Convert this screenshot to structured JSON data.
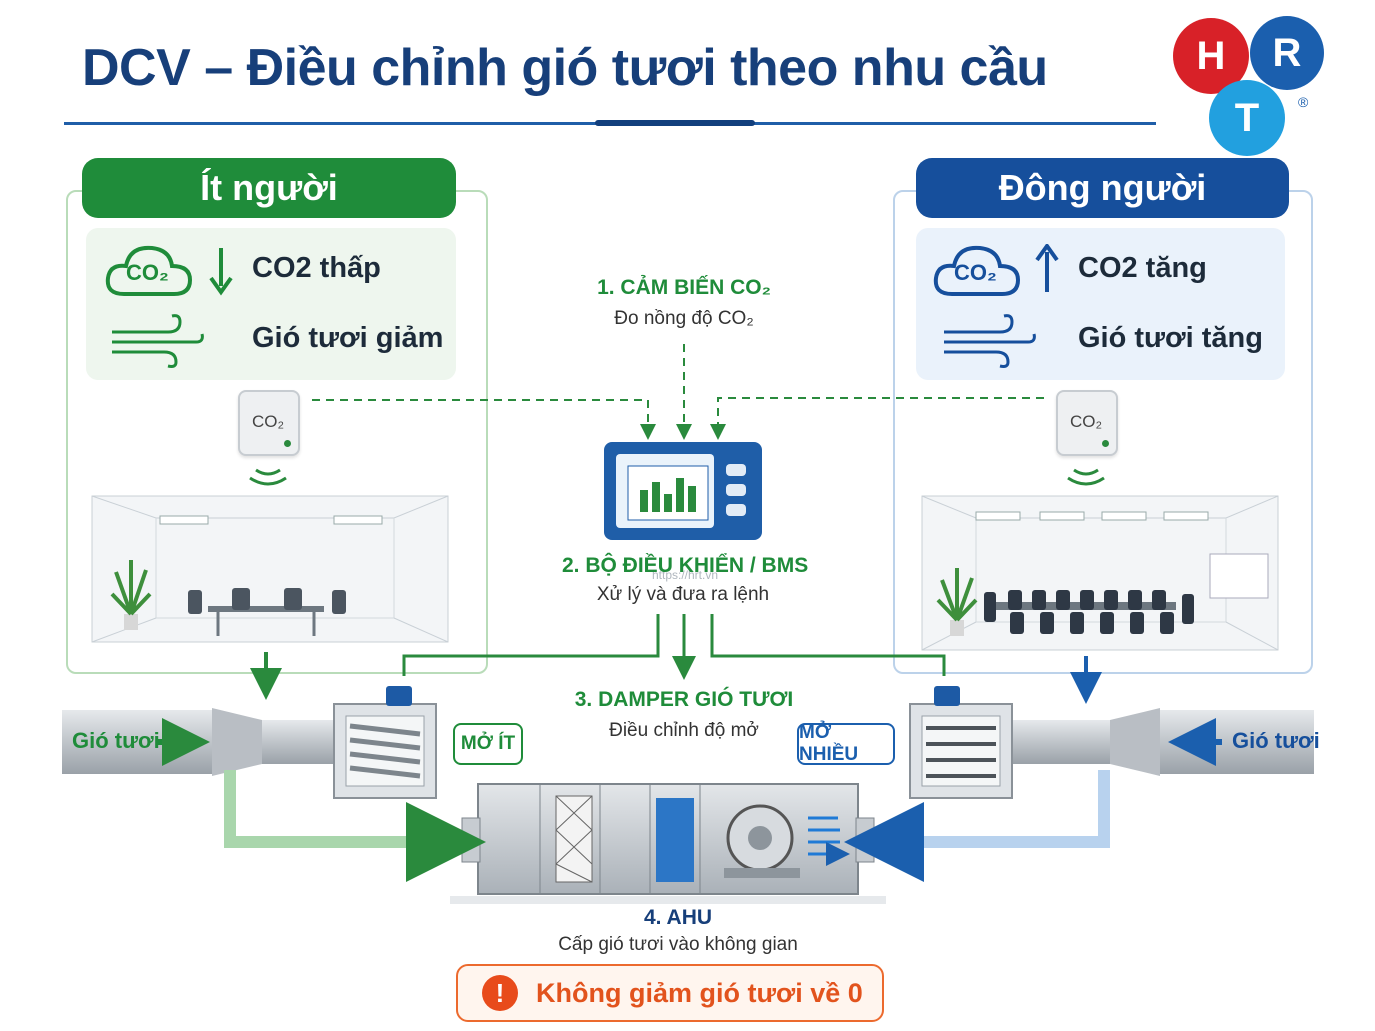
{
  "title": "DCV – Điều chỉnh gió tươi theo nhu cầu",
  "logo": {
    "letters": [
      "H",
      "R",
      "T"
    ],
    "registered": "®"
  },
  "left_panel": {
    "header": "Ít người",
    "co2_text": "CO2 thấp",
    "air_text": "Gió tươi giảm",
    "co2_icon_text": "CO₂",
    "sensor_label": "CO₂",
    "damper_badge": "MỞ ÍT",
    "fresh_air_label": "Gió tươi"
  },
  "right_panel": {
    "header": "Đông người",
    "co2_text": "CO2 tăng",
    "air_text": "Gió tươi tăng",
    "co2_icon_text": "CO₂",
    "sensor_label": "CO₂",
    "damper_badge": "MỞ NHIỀU",
    "fresh_air_label": "Gió tươi"
  },
  "steps": {
    "sensor": {
      "title": "1. CẢM BIẾN CO₂",
      "subtitle": "Đo nồng độ CO₂"
    },
    "controller": {
      "title": "2. BỘ ĐIỀU KHIỂN / BMS",
      "subtitle": "Xử lý và đưa ra lệnh"
    },
    "damper": {
      "title": "3. DAMPER GIÓ TƯƠI",
      "subtitle": "Điều chỉnh độ mở"
    },
    "ahu": {
      "title": "4. AHU",
      "subtitle": "Cấp gió tươi vào không gian"
    }
  },
  "watermark": "https://hrt.vn",
  "warning": {
    "icon": "!",
    "text": "Không giảm gió tươi về 0"
  },
  "colors": {
    "green": "#1f8c3a",
    "blue": "#164f9c",
    "navy": "#173f7a",
    "warning": "#e2531d"
  },
  "icons": [
    "co2-cloud-icon",
    "arrow-down-icon",
    "arrow-up-icon",
    "wind-icon",
    "bar-chart-icon",
    "warning-icon"
  ]
}
